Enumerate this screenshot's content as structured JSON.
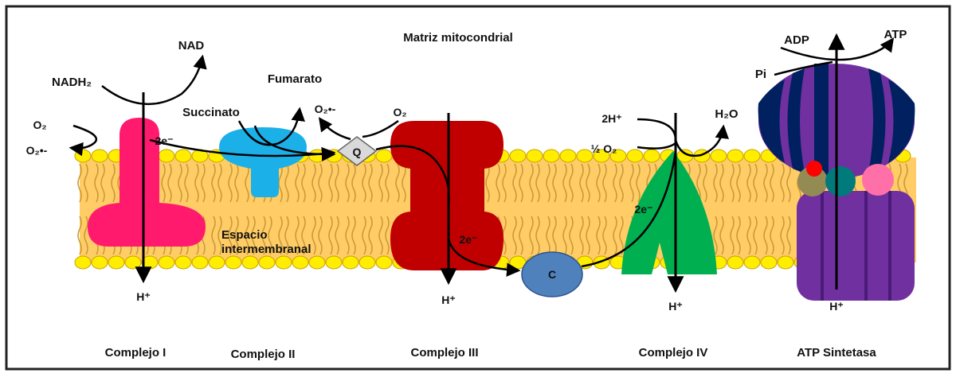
{
  "title": "Matriz mitocondrial",
  "space_label": [
    "Espacio",
    "intermembranal"
  ],
  "complexes": [
    {
      "name": "Complejo I"
    },
    {
      "name": "Complejo II"
    },
    {
      "name": "Complejo III"
    },
    {
      "name": "Complejo IV"
    },
    {
      "name": "ATP Sintetasa"
    }
  ],
  "molecules": {
    "nadh": "NADH₂",
    "nad": "NAD",
    "o2_left": "O₂",
    "superoxide_left": "O₂•-",
    "fumarato": "Fumarato",
    "succinato": "Succinato",
    "superoxide_mid": "O₂•-",
    "o2_mid": "O₂",
    "q": "Q",
    "c": "C",
    "two_h": "2H⁺",
    "half_o2": "½ O₂",
    "water": "H₂O",
    "adp": "ADP",
    "atp": "ATP",
    "pi": "Pi"
  },
  "electrons": {
    "e1": "2e⁻",
    "e3": "2e⁻",
    "e4": "2e⁻"
  },
  "protons": {
    "h1": "H⁺",
    "h3": "H⁺",
    "h4": "H⁺",
    "h5": "H⁺"
  },
  "colors": {
    "membrane": "#FFCC66",
    "lipid_head": "#FFEE00",
    "complex1": "#FF1A6E",
    "complex2": "#1CB0E8",
    "complex3": "#C00000",
    "complex4": "#00B050",
    "q": "#D9D9D9",
    "c": "#4F81BD",
    "synthase_head": "#7030A0",
    "synthase_dark": "#002060"
  }
}
